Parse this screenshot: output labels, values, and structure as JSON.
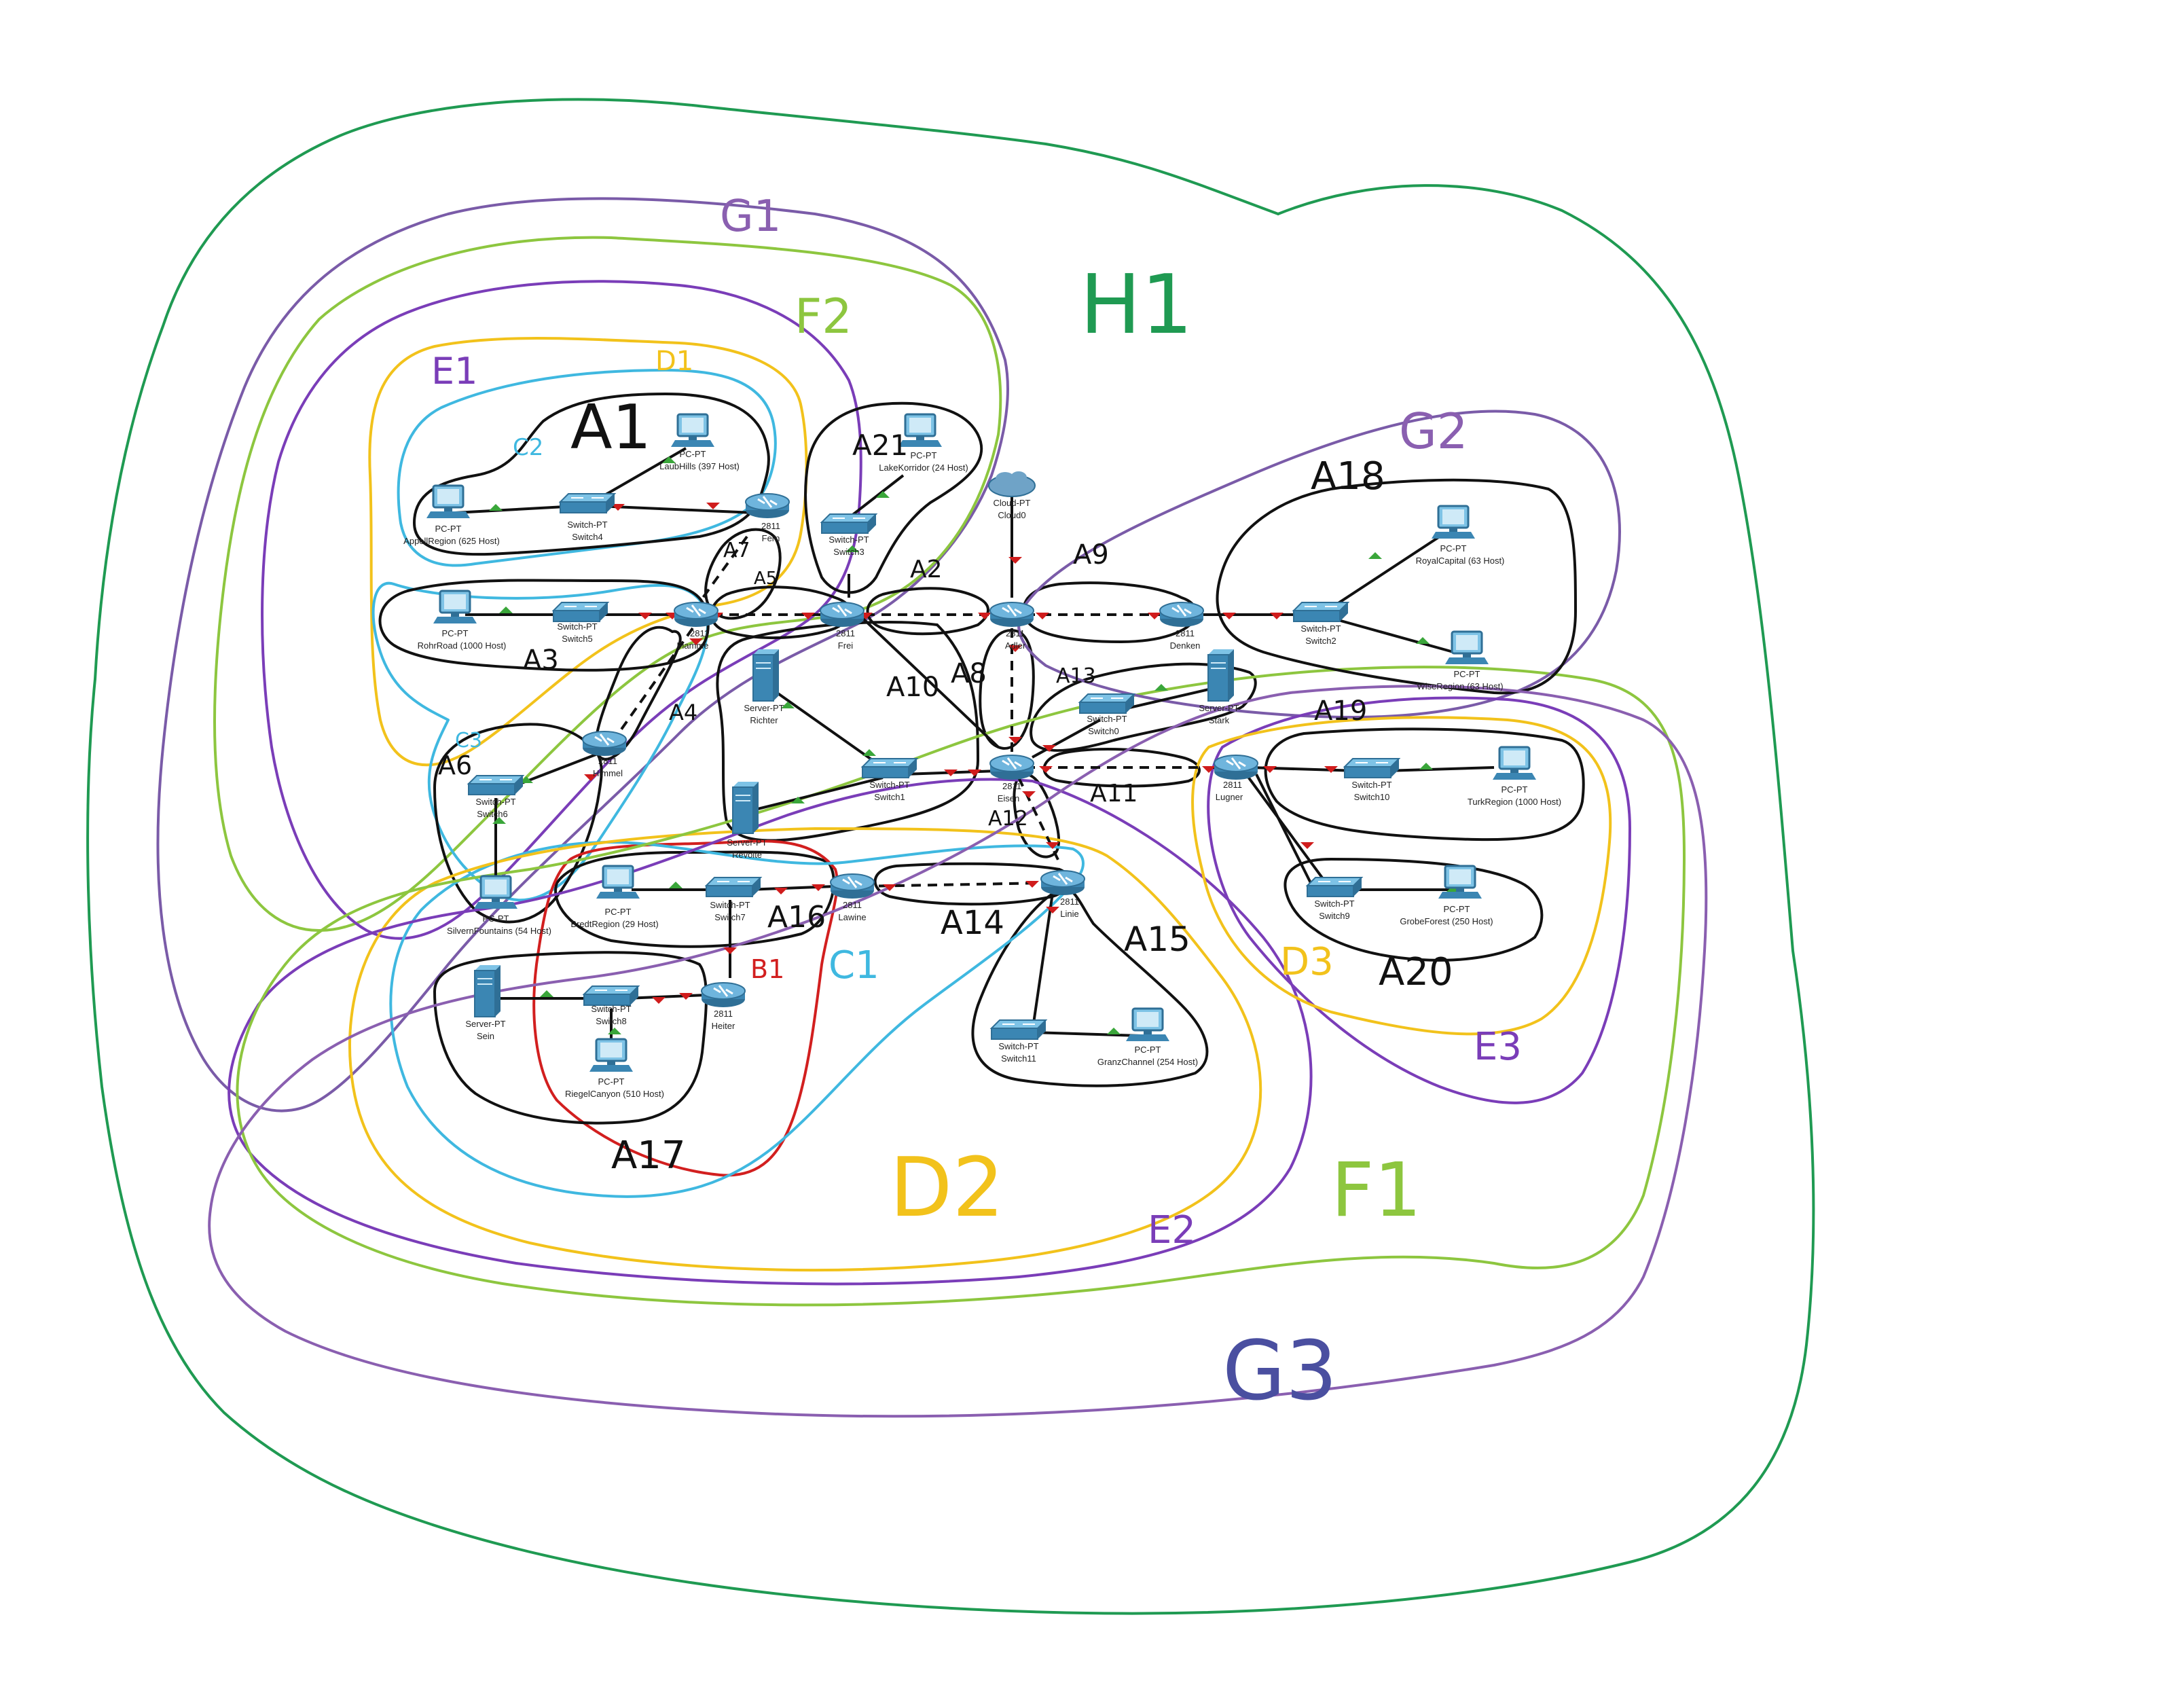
{
  "colors": {
    "dark_green": "#1f9a52",
    "lime": "#8dc63f",
    "purple": "#7a3db8",
    "yellow": "#f2c21b",
    "cyan": "#3fb8e0",
    "red": "#d21f1f",
    "black": "#111111",
    "link_up": "#3aa63a",
    "link_down": "#d01c1c"
  },
  "handwritten": {
    "h1": "H1",
    "g1": "G1",
    "g2": "G2",
    "g3": "G3",
    "f1": "F1",
    "f2": "F2",
    "e1": "E1",
    "e2": "E2",
    "e3": "E3",
    "d1": "D1",
    "d2": "D2",
    "d3": "D3",
    "c1": "C1",
    "c2": "C2",
    "c3": "C3",
    "b1": "B1",
    "a1": "A1",
    "a2": "A2",
    "a3": "A3",
    "a4": "A4",
    "a5": "A5",
    "a6": "A6",
    "a7": "A7",
    "a8": "A8",
    "a9": "A9",
    "a10": "A10",
    "a11": "A11",
    "a12": "A12",
    "a13": "A13",
    "a14": "A14",
    "a15": "A15",
    "a16": "A16",
    "a17": "A17",
    "a18": "A18",
    "a19": "A19",
    "a20": "A20",
    "a21": "A21"
  },
  "devices": {
    "pc_laubhills": {
      "type": "PC-PT",
      "name": "LaubHills (397 Host)"
    },
    "pc_appell": {
      "type": "PC-PT",
      "name": "AppellRegion (625 Host)"
    },
    "sw4": {
      "type": "Switch-PT",
      "name": "Switch4"
    },
    "r_fern": {
      "type": "2811",
      "name": "Fern"
    },
    "pc_rohr": {
      "type": "PC-PT",
      "name": "RohrRoad (1000 Host)"
    },
    "sw5": {
      "type": "Switch-PT",
      "name": "Switch5"
    },
    "r_flamme": {
      "type": "2811",
      "name": "Flamme"
    },
    "pc_lake": {
      "type": "PC-PT",
      "name": "LakeKorridor (24 Host)"
    },
    "sw3": {
      "type": "Switch-PT",
      "name": "Switch3"
    },
    "r_frei": {
      "type": "2811",
      "name": "Frei"
    },
    "cloud0": {
      "type": "Cloud-PT",
      "name": "Cloud0"
    },
    "r_adler": {
      "type": "2811",
      "name": "Adler"
    },
    "r_denken": {
      "type": "2811",
      "name": "Denken"
    },
    "sw2": {
      "type": "Switch-PT",
      "name": "Switch2"
    },
    "pc_royal": {
      "type": "PC-PT",
      "name": "RoyalCapital (63 Host)"
    },
    "pc_wise": {
      "type": "PC-PT",
      "name": "WiseRegion (63 Host)"
    },
    "r_himmel": {
      "type": "2811",
      "name": "Himmel"
    },
    "srv_richter": {
      "type": "Server-PT",
      "name": "Richter"
    },
    "sw0": {
      "type": "Switch-PT",
      "name": "Switch0"
    },
    "srv_stark": {
      "type": "Server-PT",
      "name": "Stark"
    },
    "sw6": {
      "type": "Switch-PT",
      "name": "Switch6"
    },
    "sw1": {
      "type": "Switch-PT",
      "name": "Switch1"
    },
    "r_eisen": {
      "type": "2811",
      "name": "Eisen"
    },
    "r_lugner": {
      "type": "2811",
      "name": "Lugner"
    },
    "sw10": {
      "type": "Switch-PT",
      "name": "Switch10"
    },
    "pc_turk": {
      "type": "PC-PT",
      "name": "TurkRegion (1000 Host)"
    },
    "srv_revolte": {
      "type": "Server-PT",
      "name": "Revolte"
    },
    "pc_silvern": {
      "type": "PC-PT",
      "name": "SilvernFountains (54 Host)"
    },
    "pc_bredt": {
      "type": "PC-PT",
      "name": "BredtRegion (29 Host)"
    },
    "sw7": {
      "type": "Switch-PT",
      "name": "Switch7"
    },
    "r_lawine": {
      "type": "2811",
      "name": "Lawine"
    },
    "r_linie": {
      "type": "2811",
      "name": "Linie"
    },
    "sw9": {
      "type": "Switch-PT",
      "name": "Switch9"
    },
    "pc_grobe": {
      "type": "PC-PT",
      "name": "GrobeForest (250 Host)"
    },
    "srv_sein": {
      "type": "Server-PT",
      "name": "Sein"
    },
    "sw8": {
      "type": "Switch-PT",
      "name": "Switch8"
    },
    "r_heiter": {
      "type": "2811",
      "name": "Heiter"
    },
    "pc_riegel": {
      "type": "PC-PT",
      "name": "RiegelCanyon (510 Host)"
    },
    "sw11": {
      "type": "Switch-PT",
      "name": "Switch11"
    },
    "pc_granz": {
      "type": "PC-PT",
      "name": "GranzChannel (254 Host)"
    }
  }
}
